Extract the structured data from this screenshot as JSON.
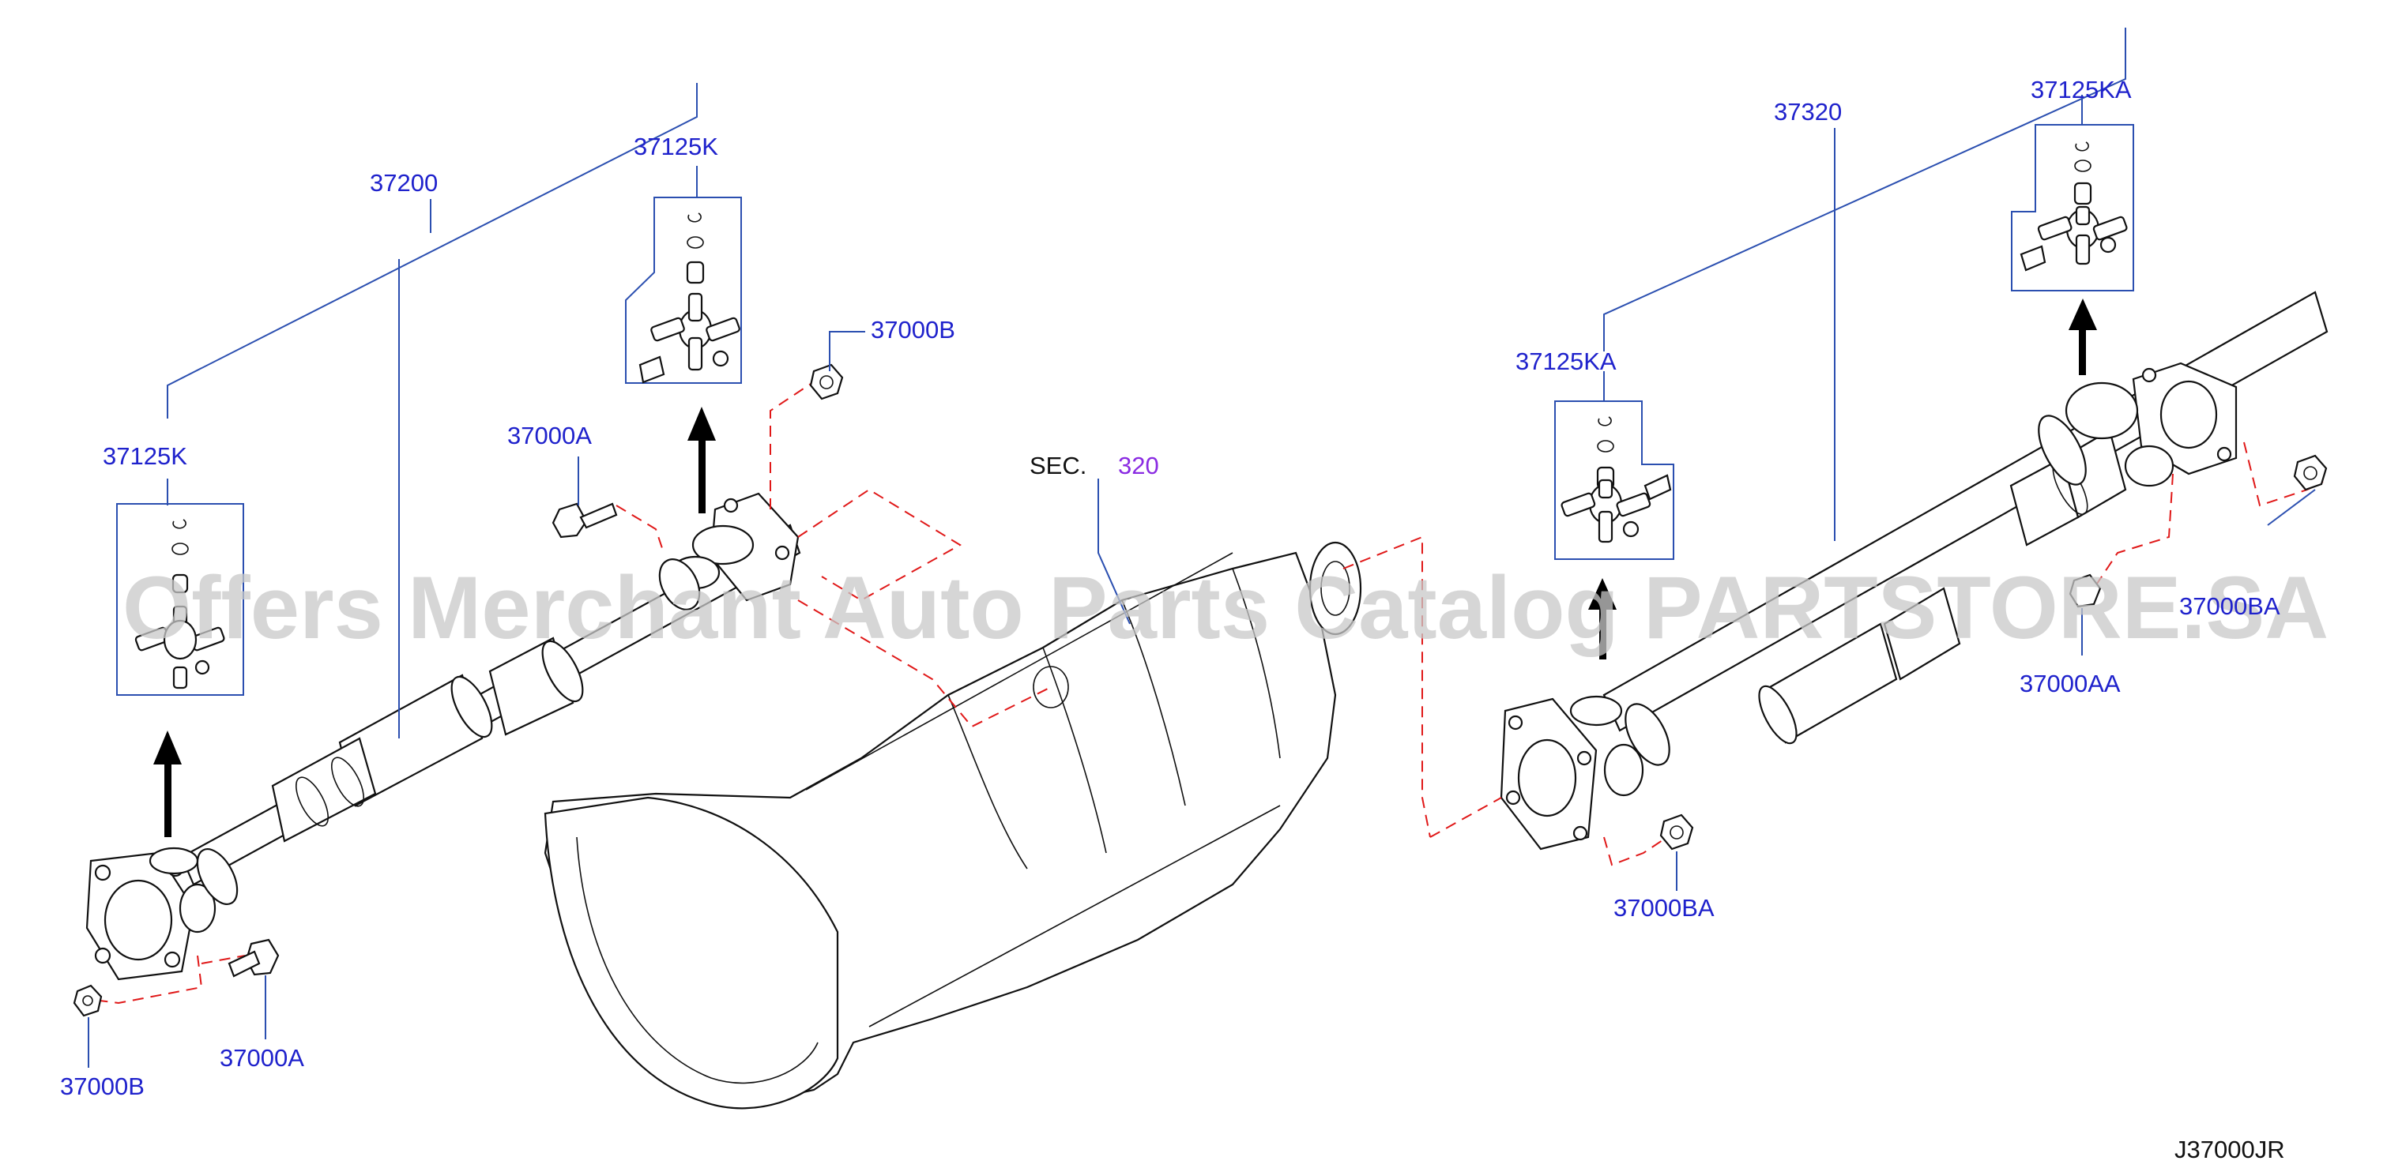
{
  "labels": {
    "p37200": "37200",
    "p37125k_left": "37125K",
    "p37125k_top": "37125K",
    "p37000b_top": "37000B",
    "p37000a_top": "37000A",
    "p37000b_bottom": "37000B",
    "p37000a_bottom": "37000A",
    "sec_prefix": "SEC.",
    "sec_number": "320",
    "p37320": "37320",
    "p37125ka_top": "37125KA",
    "p37125ka_mid": "37125KA",
    "p37000ba_right": "37000BA",
    "p37000aa": "37000AA",
    "p37000ba_bottom": "37000BA"
  },
  "watermark": "Offers Merchant Auto Parts Catalog PARTSTORE.SA",
  "diagram_code": "J37000JR",
  "colors": {
    "callout_blue": "#1f22cc",
    "section_purple": "#8a2be2",
    "dashed_red": "#e01818",
    "watermark_gray": "#c8c8c8"
  }
}
